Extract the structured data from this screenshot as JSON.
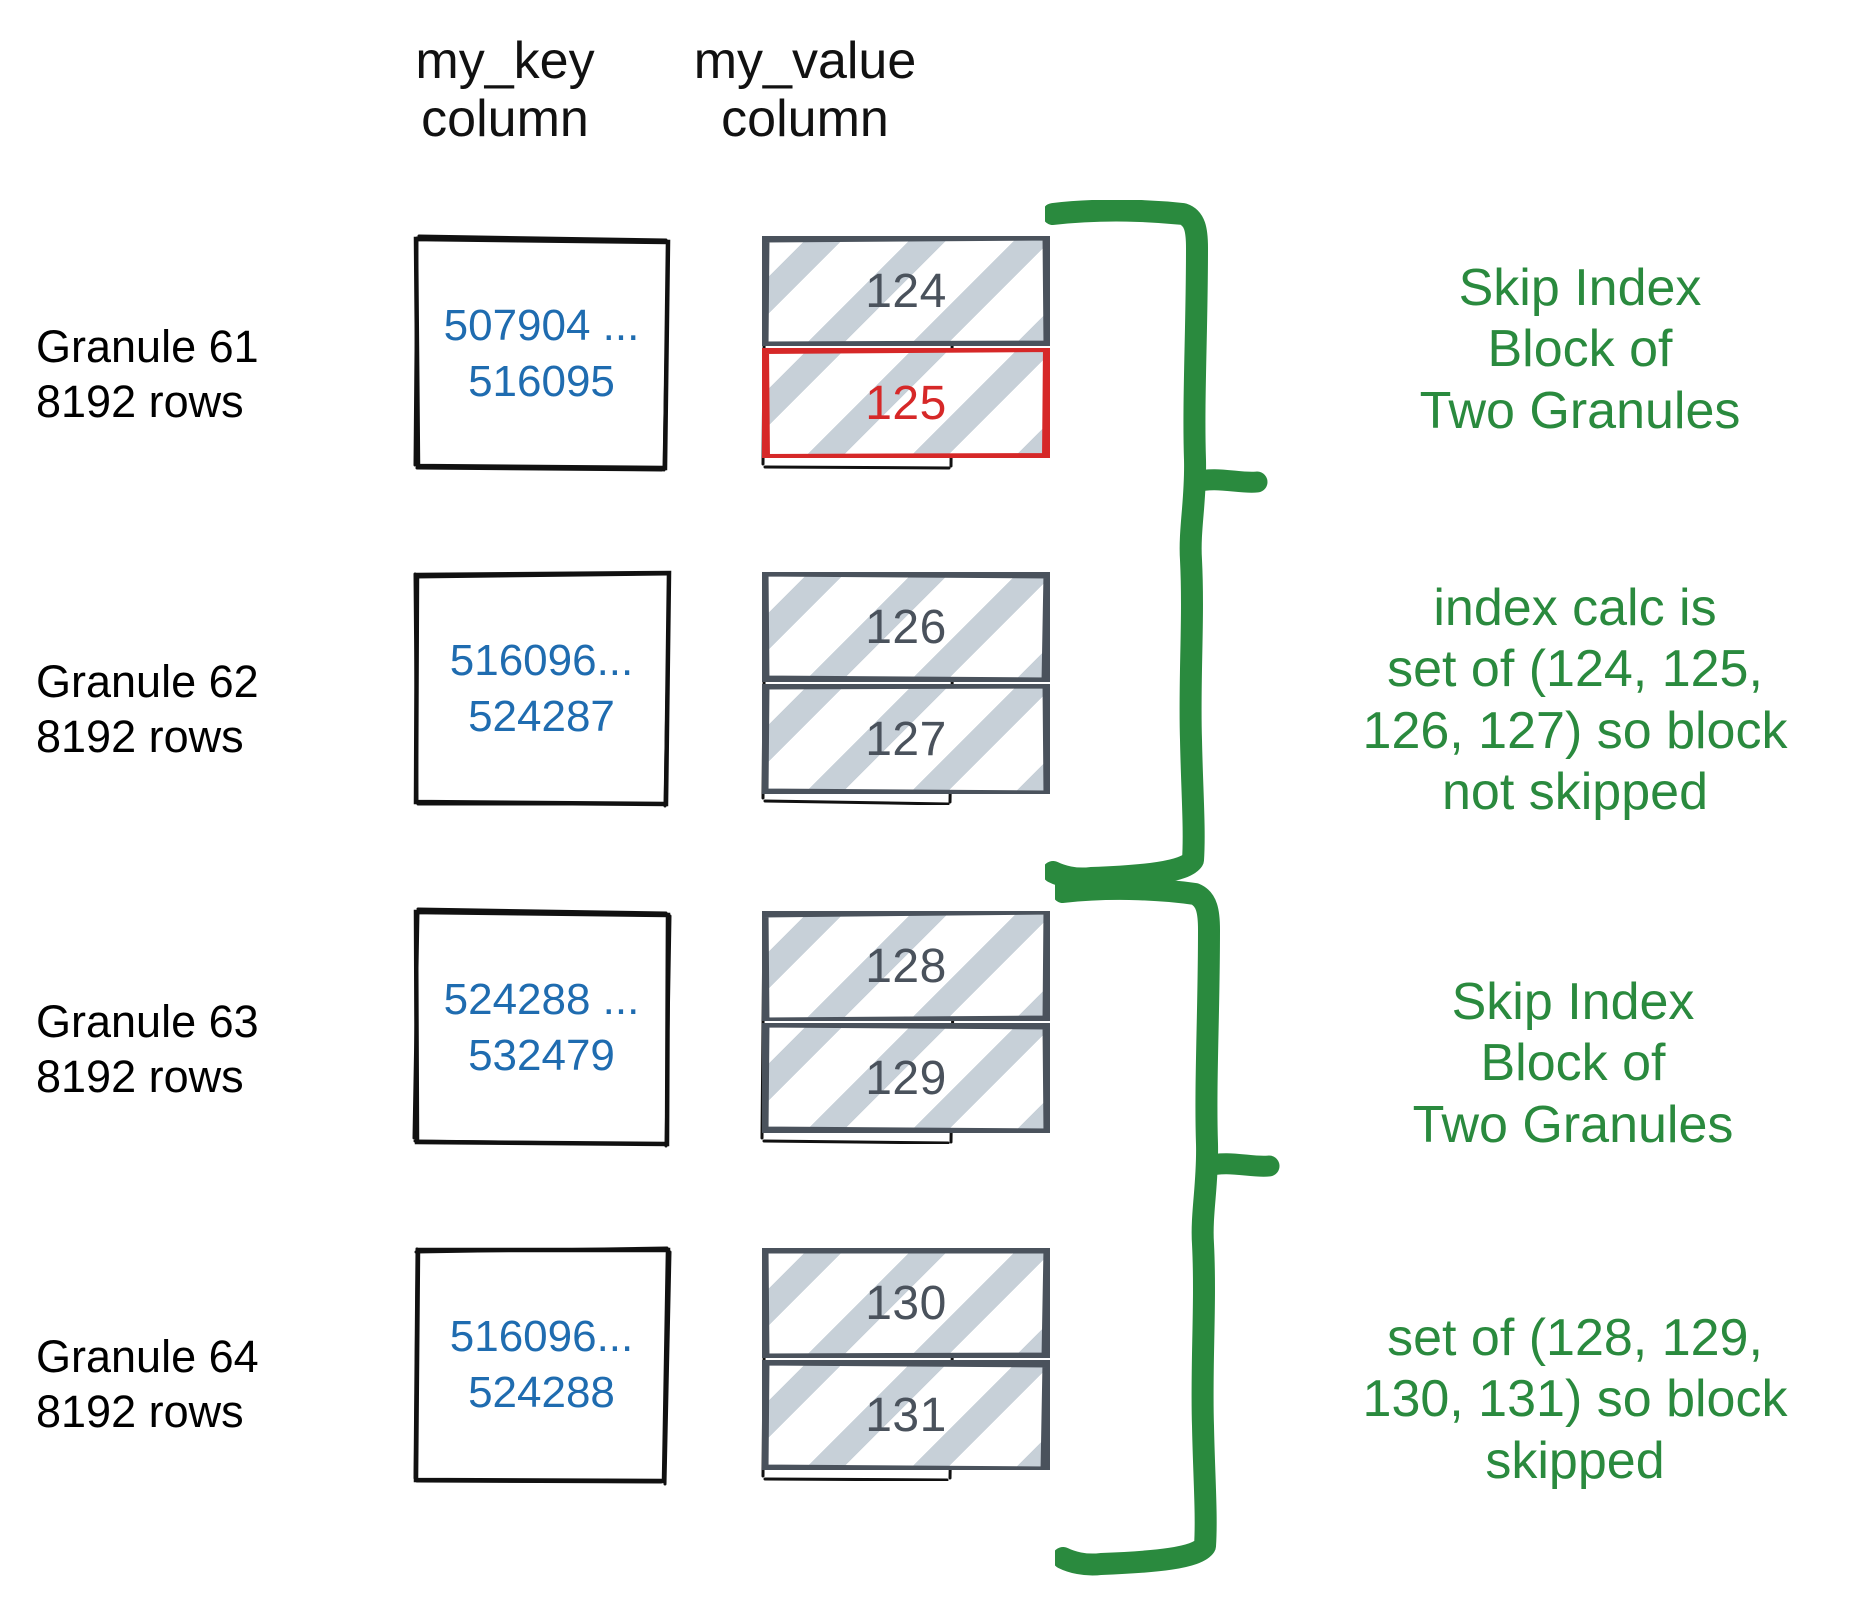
{
  "headers": {
    "key_column": "my_key\ncolumn",
    "value_column": "my_value\ncolumn"
  },
  "colors": {
    "key_text": "#1f6cb0",
    "value_text": "#4a525c",
    "highlight": "#d62828",
    "annotation": "#2a8a3e",
    "hatch": "#c4cdd6",
    "cell_border": "#4a525c",
    "frame_border": "#111111"
  },
  "granules": [
    {
      "label": "Granule 61\n8192 rows",
      "key_range": "507904 ...\n516095"
    },
    {
      "label": "Granule 62\n8192 rows",
      "key_range": "516096...\n524287"
    },
    {
      "label": "Granule 63\n8192 rows",
      "key_range": "524288 ...\n532479"
    },
    {
      "label": "Granule 64\n8192 rows",
      "key_range": "516096...\n524288"
    }
  ],
  "value_cells": [
    {
      "value": "124",
      "highlighted": false
    },
    {
      "value": "125",
      "highlighted": true
    },
    {
      "value": "126",
      "highlighted": false
    },
    {
      "value": "127",
      "highlighted": false
    },
    {
      "value": "128",
      "highlighted": false
    },
    {
      "value": "129",
      "highlighted": false
    },
    {
      "value": "130",
      "highlighted": false
    },
    {
      "value": "131",
      "highlighted": false
    }
  ],
  "annotations": [
    "Skip Index\nBlock of\nTwo Granules",
    "index calc is\nset of (124, 125,\n126, 127) so block\nnot skipped",
    "Skip Index\nBlock of\nTwo Granules",
    "set of (128, 129,\n130, 131) so block\nskipped"
  ],
  "brackets": [
    {
      "name": "skip-index-bracket-upper",
      "spans_granules": [
        "Granule 61",
        "Granule 62"
      ]
    },
    {
      "name": "skip-index-bracket-lower",
      "spans_granules": [
        "Granule 63",
        "Granule 64"
      ]
    }
  ]
}
